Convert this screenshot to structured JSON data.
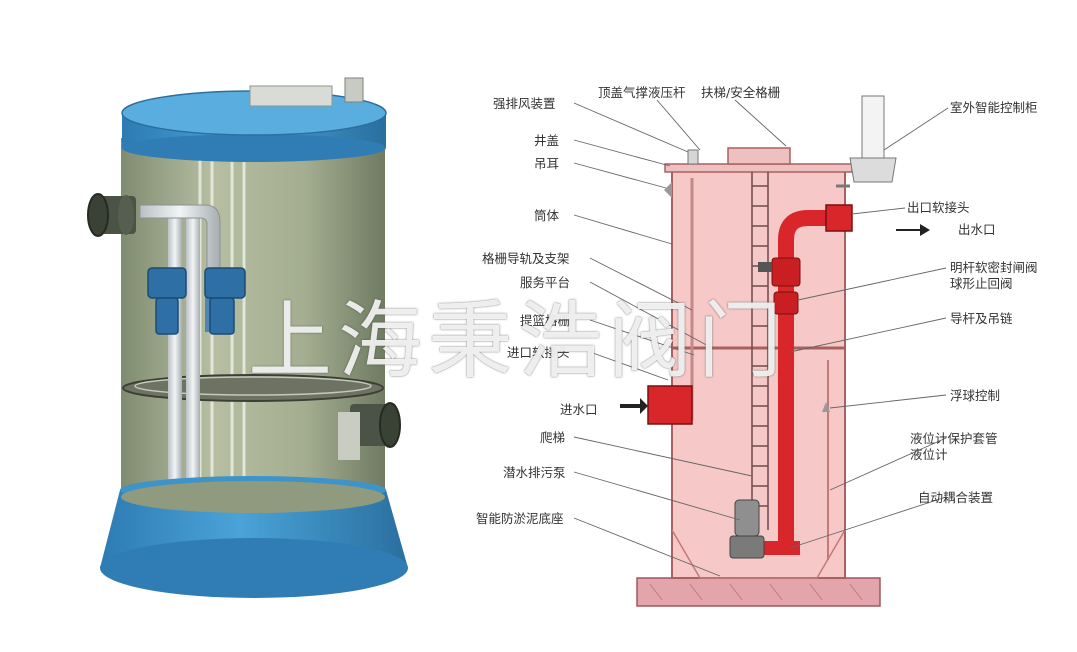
{
  "watermark": "上海秉浩阀门",
  "labels_left": [
    {
      "key": "blower",
      "text": "强排风装置"
    },
    {
      "key": "cover",
      "text": "井盖"
    },
    {
      "key": "lifting_lug",
      "text": "吊耳"
    },
    {
      "key": "body",
      "text": "筒体"
    },
    {
      "key": "grille_rail",
      "text": "格栅导轨及支架"
    },
    {
      "key": "platform",
      "text": "服务平台"
    },
    {
      "key": "grille_basket",
      "text": "提篮格栅"
    },
    {
      "key": "inlet_joint",
      "text": "进口软接头"
    },
    {
      "key": "inlet",
      "text": "进水口"
    },
    {
      "key": "ladder",
      "text": "爬梯"
    },
    {
      "key": "pump",
      "text": "潜水排污泵"
    },
    {
      "key": "base",
      "text": "智能防淤泥底座"
    }
  ],
  "labels_top": [
    {
      "key": "gas_strut",
      "text": "顶盖气撑液压杆"
    },
    {
      "key": "handrail",
      "text": "扶梯/安全格栅"
    }
  ],
  "labels_right": [
    {
      "key": "control_cabinet",
      "text": "室外智能控制柜"
    },
    {
      "key": "outlet_joint",
      "text": "出口软接头"
    },
    {
      "key": "outlet",
      "text": "出水口"
    },
    {
      "key": "valve_1",
      "text": "明杆软密封闸阀"
    },
    {
      "key": "valve_2",
      "text": "球形止回阀"
    },
    {
      "key": "guide_rod",
      "text": "导杆及吊链"
    },
    {
      "key": "float",
      "text": "浮球控制"
    },
    {
      "key": "level_sleeve",
      "text": "液位计保护套管"
    },
    {
      "key": "level_meter",
      "text": "液位计"
    },
    {
      "key": "coupling",
      "text": "自动耦合装置"
    }
  ],
  "colors": {
    "tank_blue": "#3b8fc7",
    "tank_blue_dark": "#2a6f9e",
    "glass": "#9aa58a",
    "section_fill": "#f6c8c8",
    "section_stroke": "#b06060",
    "pipe_red": "#d8262a",
    "base_fill": "#e0a0a8"
  }
}
